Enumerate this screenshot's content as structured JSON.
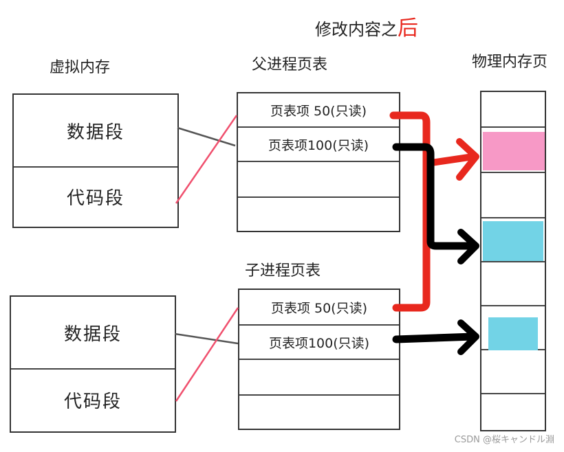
{
  "title": {
    "prefix": "修改内容之",
    "highlight": "后"
  },
  "labels": {
    "virtual_memory": "虚拟内存",
    "parent_page_table": "父进程页表",
    "child_page_table": "子进程页表",
    "physical_page": "物理内存页"
  },
  "virtual_top": {
    "data_segment": "数据段",
    "code_segment": "代码段"
  },
  "virtual_bottom": {
    "data_segment": "数据段",
    "code_segment": "代码段"
  },
  "parent_table": {
    "entries": [
      "页表项 50(只读)",
      "页表项100(只读)",
      "",
      ""
    ]
  },
  "child_table": {
    "entries": [
      "页表项 50(只读)",
      "页表项100(只读)",
      "",
      ""
    ]
  },
  "physical_memory": {
    "colors": {
      "pink": "#f799c6",
      "cyan": "#72d3e6"
    }
  },
  "arrow_colors": {
    "red": "#e8281e",
    "black": "#000000",
    "pink_line": "#f0506e"
  },
  "watermark": "CSDN @桜キャンドル淵"
}
